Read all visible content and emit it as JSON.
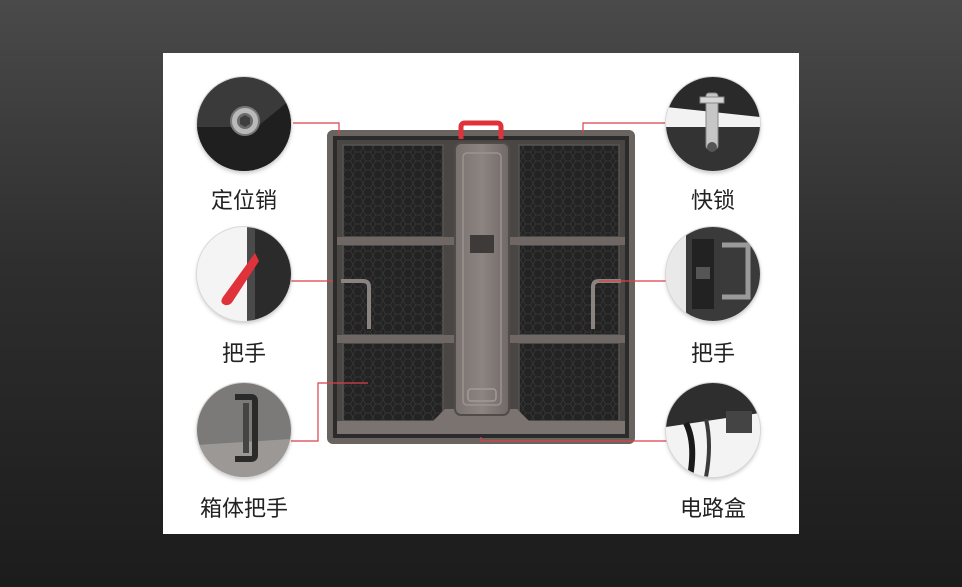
{
  "callouts": {
    "locating_pin": {
      "label": "定位销",
      "icon": "locating-pin-icon"
    },
    "quick_lock": {
      "label": "快锁",
      "icon": "quick-lock-icon"
    },
    "handle_left": {
      "label": "把手",
      "icon": "red-handle-icon"
    },
    "handle_right": {
      "label": "把手",
      "icon": "handle-icon"
    },
    "cabinet_handle": {
      "label": "箱体把手",
      "icon": "cabinet-handle-icon"
    },
    "power_box": {
      "label": "电路盒",
      "icon": "power-box-icon"
    }
  },
  "colors": {
    "leader_line": "#d9414a",
    "handle_red": "#e0323a",
    "cabinet_frame": "#6a6461",
    "module_dark": "#1e1e1e"
  }
}
